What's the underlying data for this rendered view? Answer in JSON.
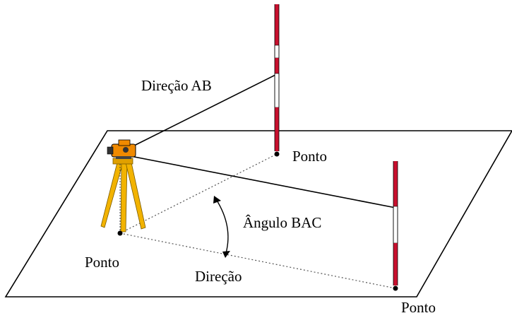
{
  "labels": {
    "direction_ab": "Direção AB",
    "angle_bac": "Ângulo BAC",
    "direction": "Direção",
    "point_a": "Ponto",
    "point_b": "Ponto",
    "point_c": "Ponto"
  },
  "colors": {
    "pole_red": "#c8102e",
    "pole_white": "#ffffff",
    "tripod_yellow": "#f2b300",
    "instrument_orange": "#f08a00",
    "line": "#000000",
    "dotted_line": "#555555"
  }
}
